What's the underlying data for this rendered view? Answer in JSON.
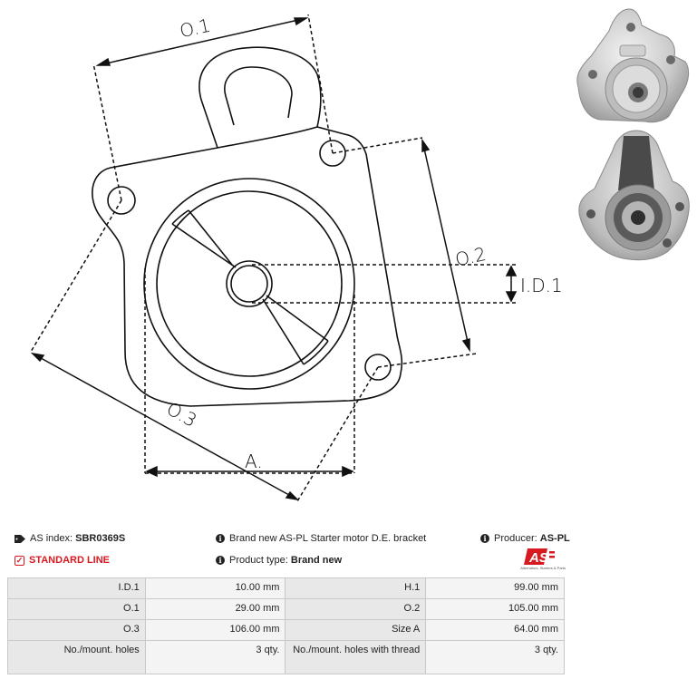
{
  "drawing": {
    "labels": {
      "o1": "O.1",
      "o2": "O.2",
      "o3": "O.3",
      "a": "A.",
      "id1": "I.D.1"
    }
  },
  "info": {
    "index_label": "AS index:",
    "index_value": "SBR0369S",
    "description": "Brand new AS-PL Starter motor D.E. bracket",
    "producer_label": "Producer:",
    "producer_value": "AS-PL",
    "line": "STANDARD LINE",
    "type_label": "Product type:",
    "type_value": "Brand new"
  },
  "brand": {
    "logo_text": "AS",
    "tagline": "Alternators, Starters & Parts",
    "accent": "#d71920"
  },
  "specs": {
    "rows": [
      {
        "l1": "I.D.1",
        "v1": "10.00 mm",
        "l2": "H.1",
        "v2": "99.00 mm"
      },
      {
        "l1": "O.1",
        "v1": "29.00 mm",
        "l2": "O.2",
        "v2": "105.00 mm"
      },
      {
        "l1": "O.3",
        "v1": "106.00 mm",
        "l2": "Size A",
        "v2": "64.00 mm"
      },
      {
        "l1": "No./mount. holes",
        "v1": "3 qty.",
        "l2": "No./mount. holes with thread",
        "v2": "3 qty."
      }
    ]
  }
}
